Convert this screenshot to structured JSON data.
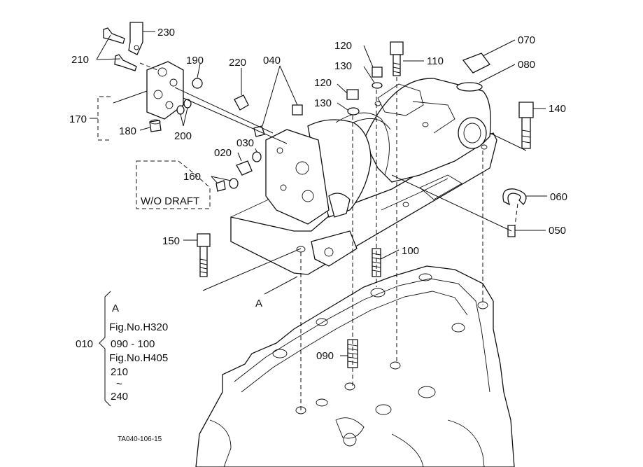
{
  "callouts": {
    "c010": "010",
    "c020": "020",
    "c030": "030",
    "c040": "040",
    "c050": "050",
    "c060": "060",
    "c070": "070",
    "c080": "080",
    "c090": "090",
    "c100": "100",
    "c110": "110",
    "c120a": "120",
    "c120b": "120",
    "c130a": "130",
    "c130b": "130",
    "c140": "140",
    "c150": "150",
    "c160": "160",
    "c170": "170",
    "c180": "180",
    "c190": "190",
    "c200": "200",
    "c210": "210",
    "c220": "220",
    "c230": "230"
  },
  "variant_note": "W/O DRAFT",
  "reference_marker": "A",
  "assembly_note": {
    "line1": "A",
    "line2": "Fig.No.H320",
    "line3": "090 - 100",
    "line4": "Fig.No.H405",
    "line5": "210",
    "line6": "~",
    "line7": "240"
  },
  "drawing_code": "TA040-106-15"
}
